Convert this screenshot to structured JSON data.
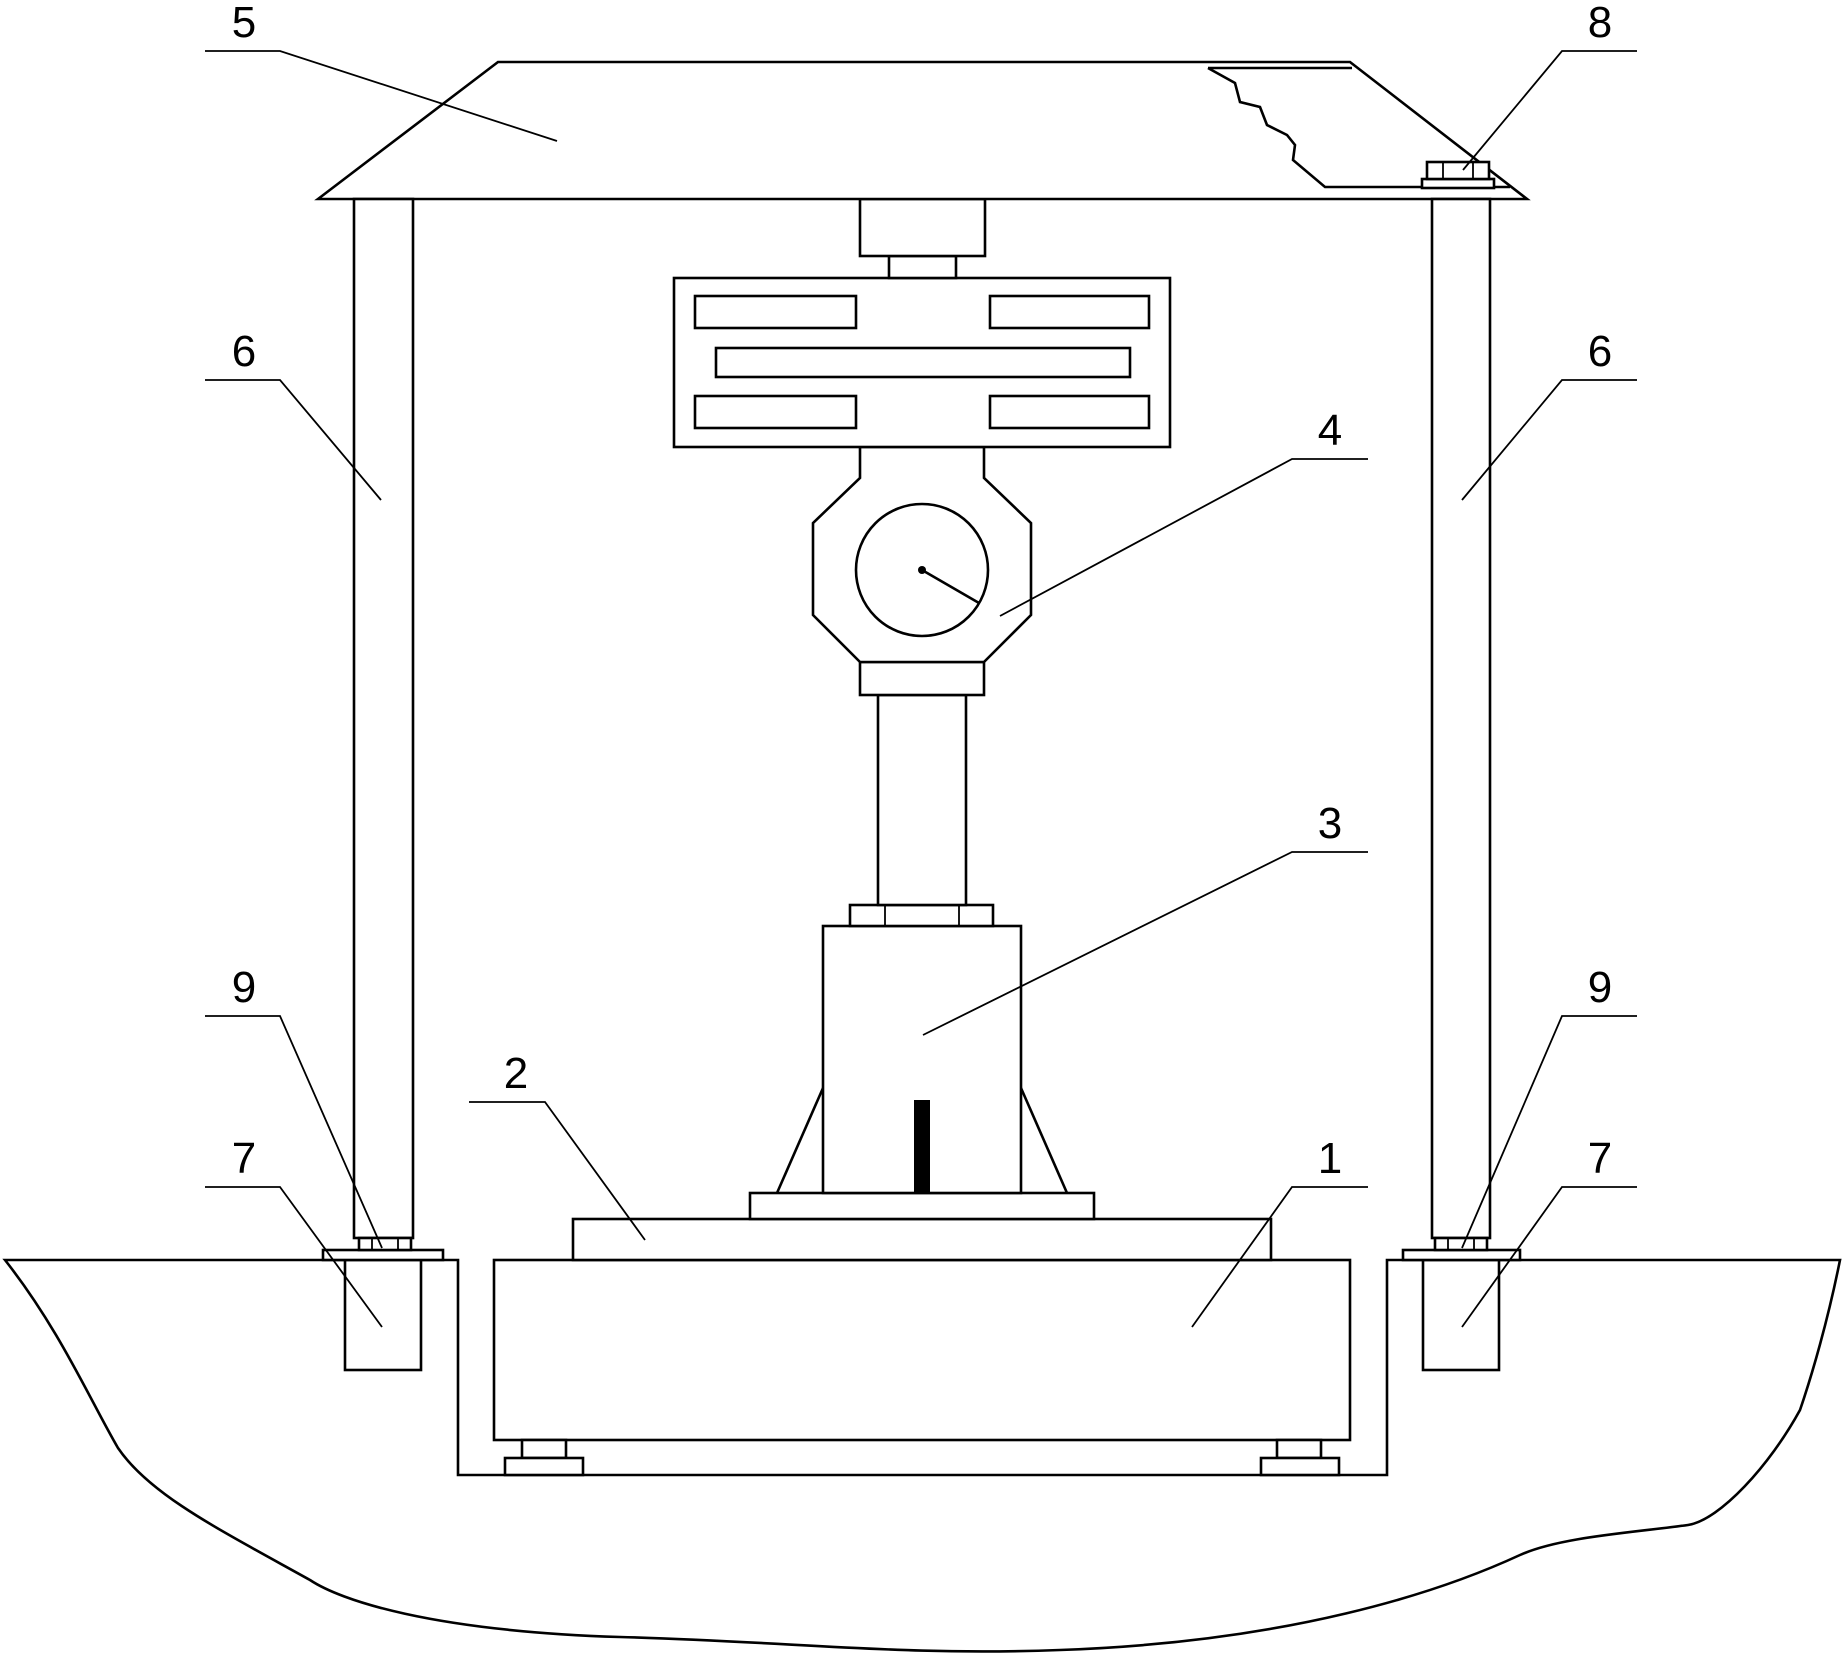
{
  "labels": {
    "l1": "1",
    "l2": "2",
    "l3": "3",
    "l4": "4",
    "l5": "5",
    "l6": "6",
    "l7": "7",
    "l8": "8",
    "l9": "9"
  },
  "colors": {
    "stroke": "#000000",
    "background": "#ffffff"
  }
}
